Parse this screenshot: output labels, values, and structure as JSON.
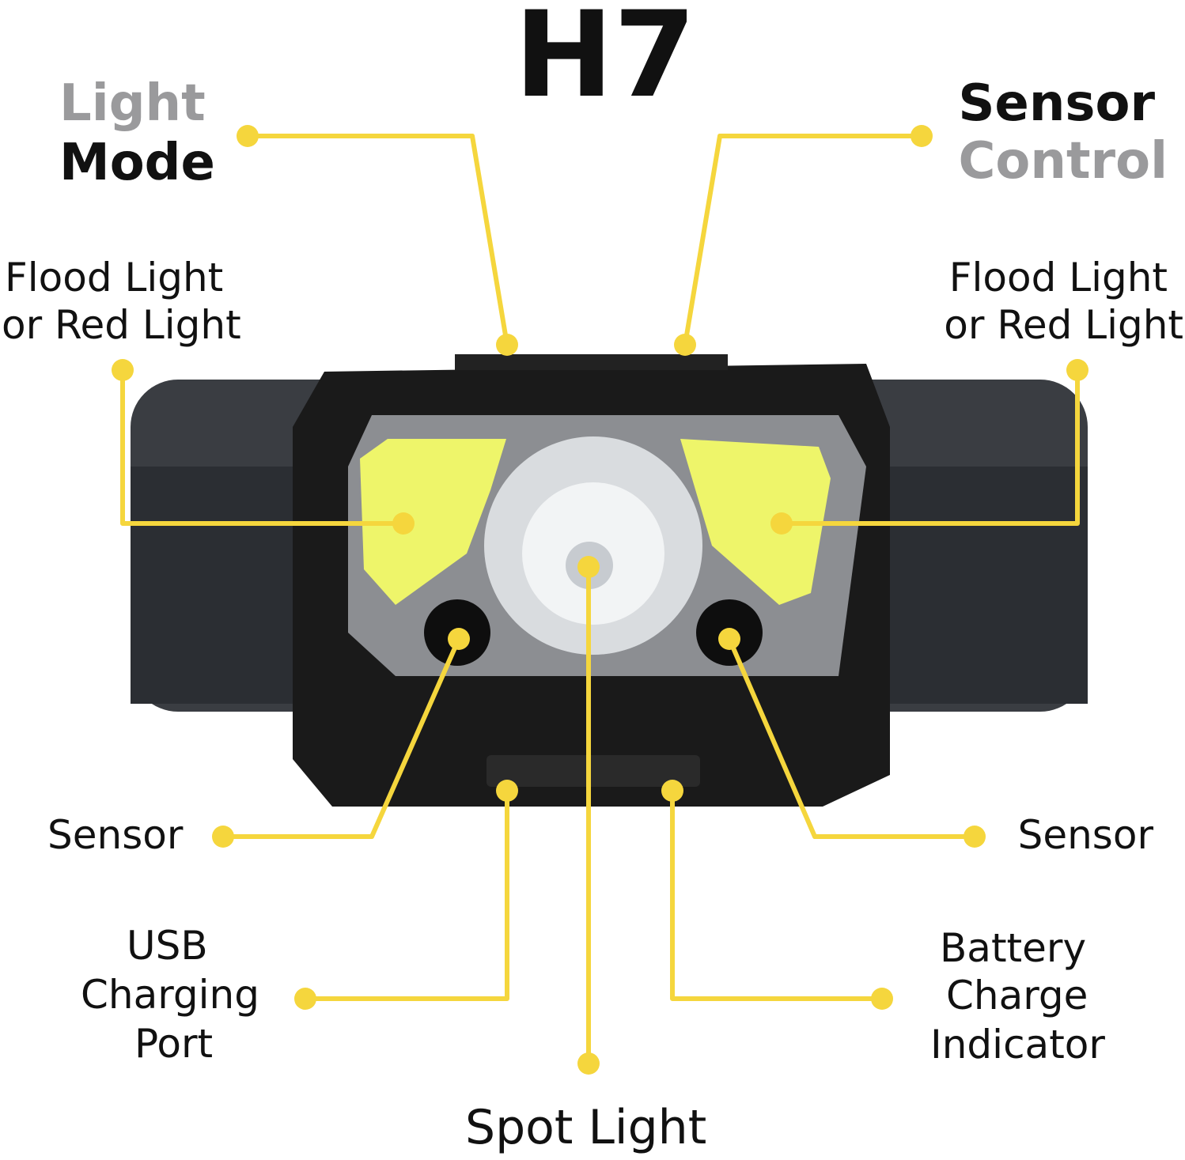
{
  "title": "H7",
  "colors": {
    "callout": "#f5d63d",
    "heading_gray": "#9a9a9c",
    "text": "#111111"
  },
  "labels": {
    "light_mode": {
      "line1": "Light",
      "line2": "Mode"
    },
    "sensor_control": {
      "line1": "Sensor",
      "line2": "Control"
    },
    "flood_left": {
      "line1": "Flood Light",
      "line2": "or Red Light"
    },
    "flood_right": {
      "line1": "Flood Light",
      "line2": "or Red Light"
    },
    "sensor_left": "Sensor",
    "sensor_right": "Sensor",
    "usb": {
      "line1": "USB",
      "line2": "Charging",
      "line3": "Port"
    },
    "battery": {
      "line1": "Battery",
      "line2": "Charge",
      "line3": "Indicator"
    },
    "spot": "Spot Light"
  }
}
